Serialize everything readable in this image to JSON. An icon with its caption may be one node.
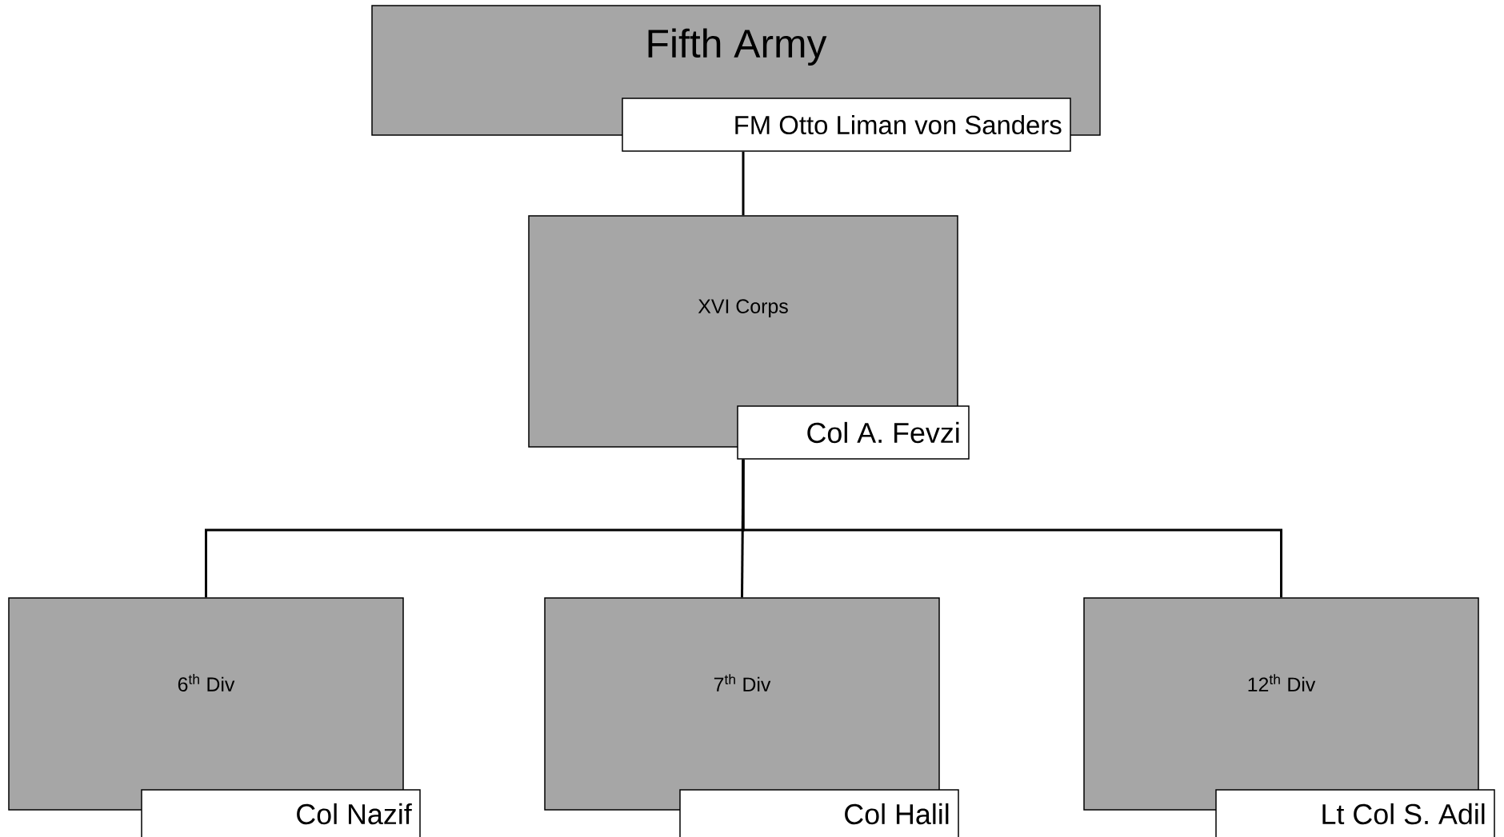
{
  "diagram": {
    "nodes": [
      {
        "text": [
          "Fifth Army"
        ]
      },
      {
        "text": [
          "FM Otto Liman von Sanders"
        ]
      },
      {
        "text": [
          "XVI Corps"
        ]
      },
      {
        "text": [
          "Col A. Fevzi"
        ]
      },
      {
        "text": [
          "6$^{th}$ Div"
        ]
      },
      {
        "text": [
          "Col Nazif"
        ]
      },
      {
        "text": [
          "7$^{th}$ Div"
        ]
      },
      {
        "text": [
          "Col Halil"
        ]
      },
      {
        "text": [
          "12$^{th}$ Div"
        ]
      },
      {
        "text": [
          "Lt Col S. Adil"
        ]
      }
    ],
    "edges": [
      {
        "from": 1,
        "to": 2,
        "arrow": "none"
      },
      {
        "from": 3,
        "to": 4,
        "arrow": "none"
      },
      {
        "from": 3,
        "to": 6,
        "arrow": "none"
      },
      {
        "from": 3,
        "to": 8,
        "arrow": "none"
      }
    ]
  }
}
